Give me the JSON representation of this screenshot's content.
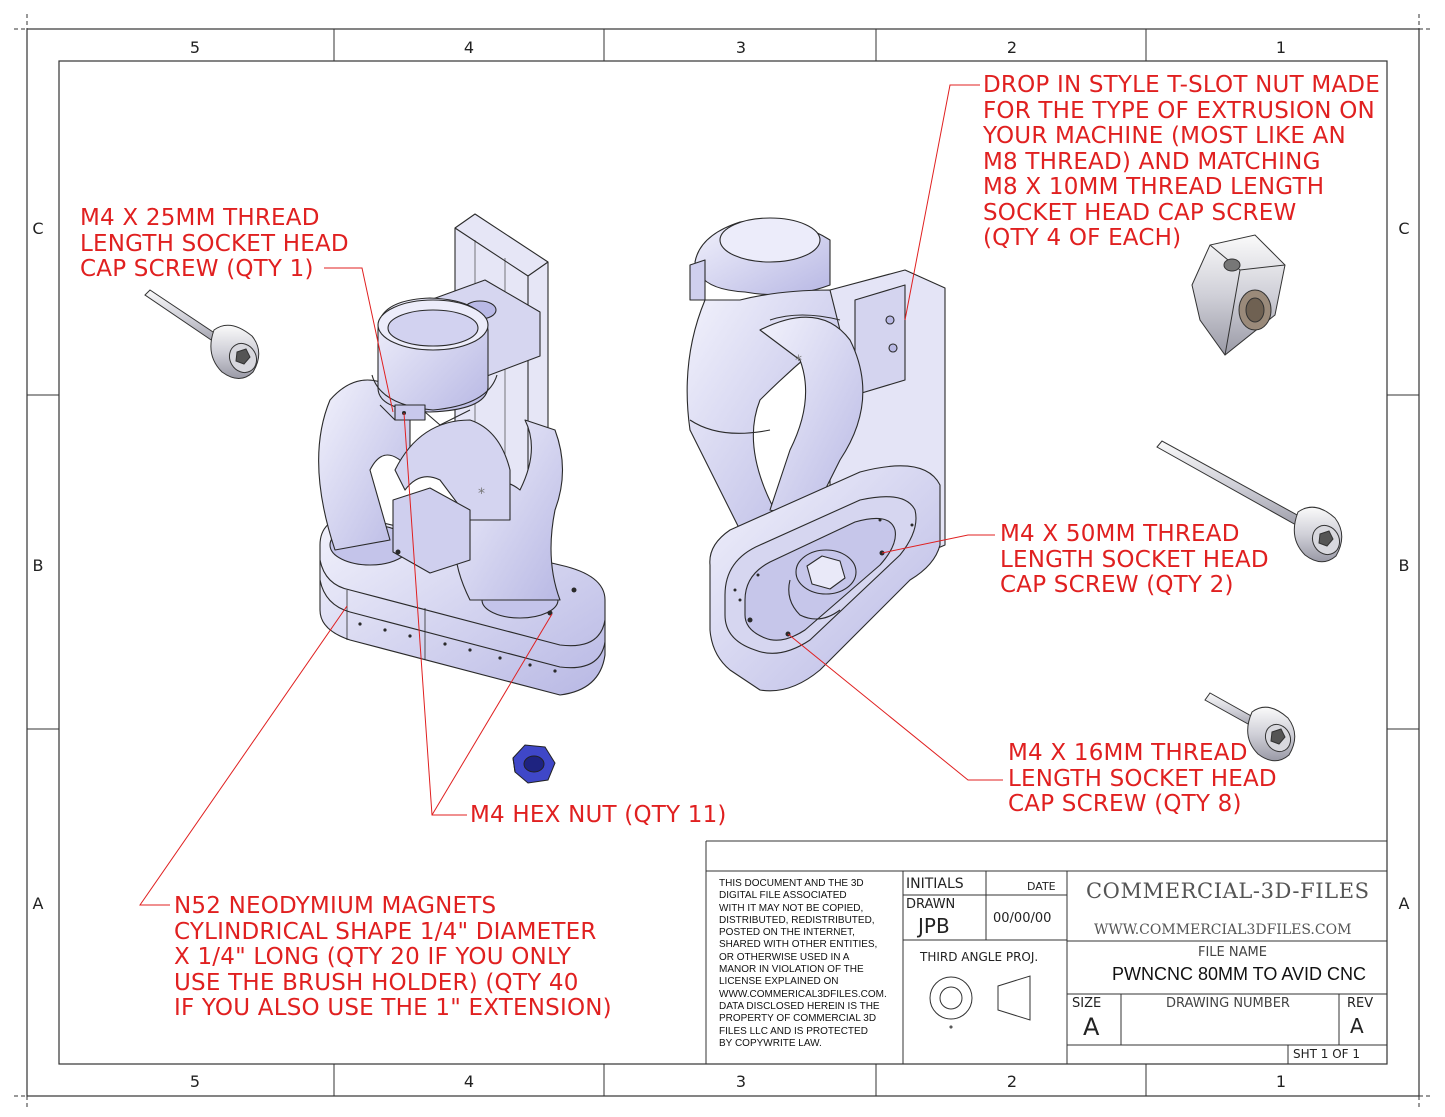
{
  "zones": {
    "columns": [
      "5",
      "4",
      "3",
      "2",
      "1"
    ],
    "rows": [
      "C",
      "B",
      "A"
    ]
  },
  "callouts": {
    "m4_25": [
      "M4 X 25MM THREAD",
      "LENGTH SOCKET HEAD",
      "CAP SCREW (QTY 1)"
    ],
    "tslot": [
      "DROP IN STYLE T-SLOT NUT MADE",
      "FOR THE TYPE  OF EXTRUSION ON",
      "YOUR MACHINE (MOST LIKE AN",
      "M8 THREAD) AND MATCHING",
      "M8 X 10MM THREAD LENGTH",
      "SOCKET HEAD CAP SCREW",
      "(QTY 4 OF EACH)"
    ],
    "m4_50": [
      "M4 X 50MM THREAD",
      "LENGTH SOCKET HEAD",
      "CAP SCREW (QTY 2)"
    ],
    "m4_16": [
      "M4 X 16MM THREAD",
      "LENGTH SOCKET HEAD",
      "CAP SCREW (QTY 8)"
    ],
    "hex_nut": "M4 HEX NUT (QTY 11)",
    "magnets": [
      "N52 NEODYMIUM MAGNETS",
      "CYLINDRICAL SHAPE 1/4\" DIAMETER",
      "X 1/4\" LONG (QTY 20 IF YOU ONLY",
      "USE THE BRUSH HOLDER)  (QTY 40",
      "IF YOU ALSO USE THE 1\" EXTENSION)"
    ]
  },
  "title_block": {
    "disclaimer": [
      "THIS DOCUMENT AND THE 3D",
      "DIGITAL FILE ASSOCIATED",
      "WITH IT MAY NOT BE COPIED,",
      "DISTRIBUTED, REDISTRIBUTED,",
      "POSTED ON THE INTERNET,",
      "SHARED WITH OTHER ENTITIES,",
      "OR OTHERWISE USED IN A",
      "MANOR IN VIOLATION OF THE",
      "LICENSE EXPLAINED ON",
      "WWW.COMMERICAL3DFILES.COM.",
      "DATA DISCLOSED HEREIN IS THE",
      "PROPERTY OF COMMERCIAL 3D",
      "FILES LLC AND IS PROTECTED",
      "BY COPYWRITE LAW."
    ],
    "initials_label": "INITIALS",
    "date_label": "DATE",
    "drawn_label": "DRAWN",
    "drawn_value": "JPB",
    "date_value": "00/00/00",
    "projection_label": "THIRD ANGLE PROJ.",
    "company": "COMMERCIAL-3D-FILES",
    "website": "WWW.COMMERCIAL3DFILES.COM",
    "file_name_label": "FILE NAME",
    "file_name": "PWNCNC 80MM TO AVID CNC",
    "size_label": "SIZE",
    "size_value": "A",
    "drawing_number_label": "DRAWING NUMBER",
    "rev_label": "REV",
    "rev_value": "A",
    "sheet": "SHT 1  OF  1"
  },
  "colors": {
    "callout": "#e02020",
    "part_fill": "#dcdcf4",
    "part_shade": "#b9b9e6",
    "line": "#2a2a2a",
    "nut": "#3f47c8"
  },
  "icons": [
    "cap-screw",
    "hex-nut",
    "t-slot-nut",
    "brush-holder-assembly"
  ]
}
